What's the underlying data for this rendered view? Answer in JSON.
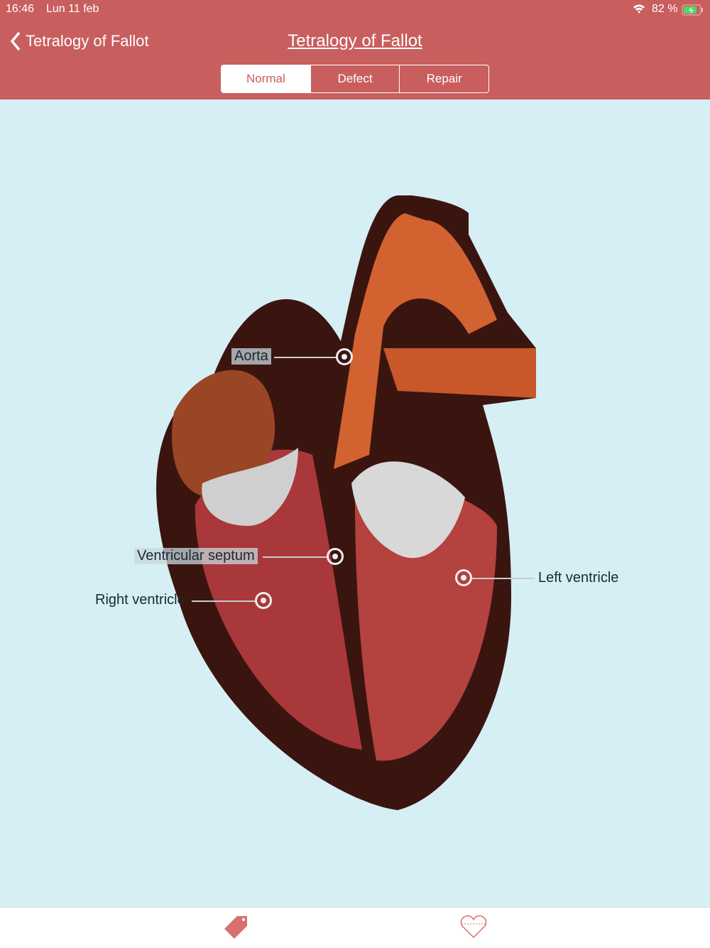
{
  "status": {
    "time": "16:46",
    "date": "Lun 11 feb",
    "battery": "82 %"
  },
  "nav": {
    "back_label": "Tetralogy of Fallot",
    "title": "Tetralogy of Fallot"
  },
  "segments": [
    "Normal",
    "Defect",
    "Repair"
  ],
  "selected_segment": "Normal",
  "labels": {
    "aorta": "Aorta",
    "septum": "Ventricular septum",
    "right_ventricle": "Right ventricle",
    "left_ventricle": "Left ventricle"
  },
  "colors": {
    "accent": "#c95e5e",
    "background": "#d6eff4"
  }
}
